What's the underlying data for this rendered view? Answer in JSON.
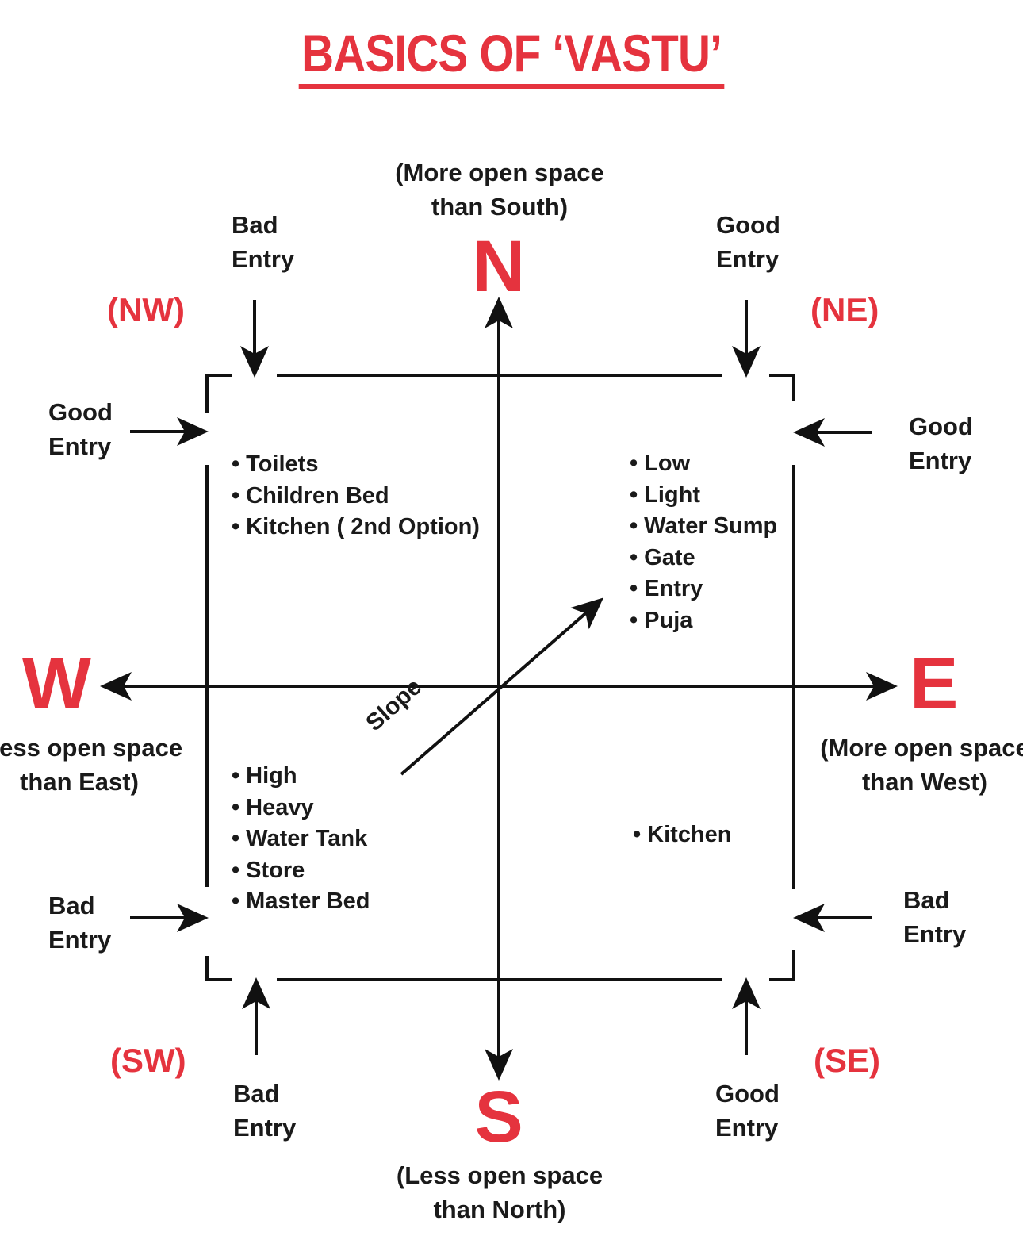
{
  "title": "BASICS OF ‘VASTU’",
  "colors": {
    "accent": "#e5333e",
    "ink": "#111111"
  },
  "directions": {
    "north": {
      "letter": "N",
      "note_line1": "(More open space",
      "note_line2": "than South)"
    },
    "south": {
      "letter": "S",
      "note_line1": "(Less open space",
      "note_line2": "than North)"
    },
    "west": {
      "letter": "W",
      "note_line1": "(Less open space",
      "note_line2": "than East)"
    },
    "east": {
      "letter": "E",
      "note_line1": "(More open space",
      "note_line2": "than West)"
    }
  },
  "corners": {
    "nw": "(NW)",
    "ne": "(NE)",
    "sw": "(SW)",
    "se": "(SE)"
  },
  "entries": {
    "nw_top": {
      "line1": "Bad",
      "line2": "Entry"
    },
    "nw_left": {
      "line1": "Good",
      "line2": "Entry"
    },
    "ne_top": {
      "line1": "Good",
      "line2": "Entry"
    },
    "ne_right": {
      "line1": "Good",
      "line2": "Entry"
    },
    "sw_left": {
      "line1": "Bad",
      "line2": "Entry"
    },
    "sw_bottom": {
      "line1": "Bad",
      "line2": "Entry"
    },
    "se_right": {
      "line1": "Bad",
      "line2": "Entry"
    },
    "se_bottom": {
      "line1": "Good",
      "line2": "Entry"
    }
  },
  "zones": {
    "nw": [
      "Toilets",
      "Children Bed",
      "Kitchen ( 2nd Option)"
    ],
    "ne": [
      "Low",
      "Light",
      "Water Sump",
      "Gate",
      "Entry",
      "Puja"
    ],
    "sw": [
      "High",
      "Heavy",
      "Water Tank",
      "Store",
      "Master Bed"
    ],
    "se": [
      "Kitchen"
    ]
  },
  "slope_label": "Slope"
}
